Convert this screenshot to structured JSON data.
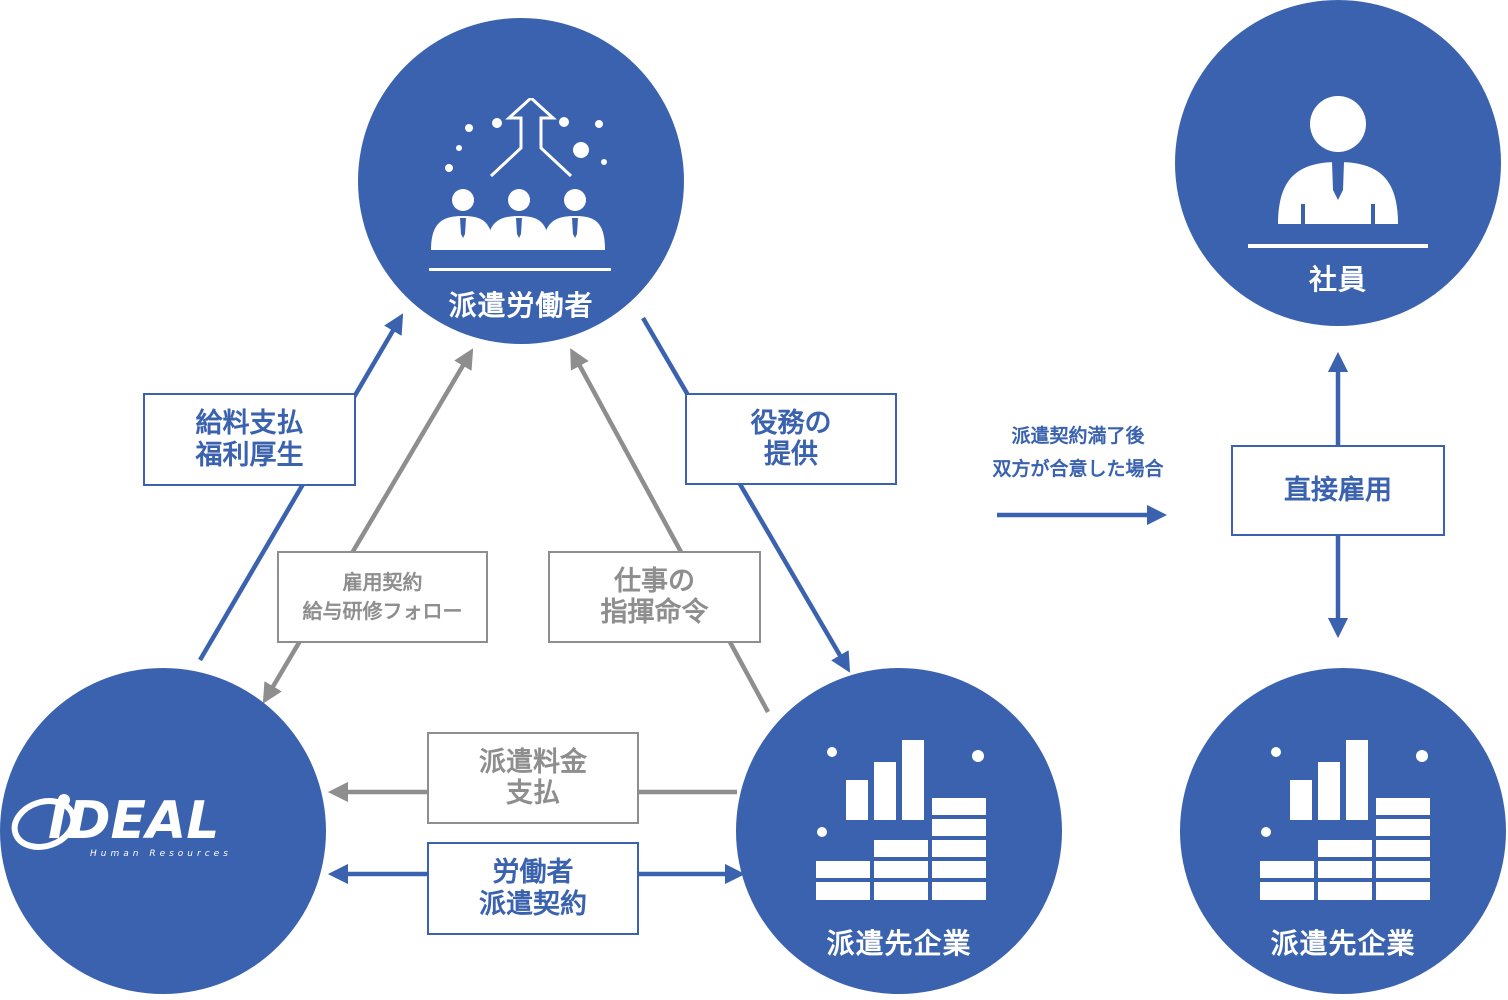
{
  "nodes": {
    "worker": "派遣労働者",
    "client_left": "派遣先企業",
    "client_right": "派遣先企業",
    "employee": "社員"
  },
  "logo": {
    "text": "IDEAL",
    "subtext": "Human Resources"
  },
  "labels": {
    "salary": [
      "給料支払",
      "福利厚生"
    ],
    "employment": [
      "雇用契約",
      "給与研修フォロー"
    ],
    "instruction": [
      "仕事の",
      "指揮命令"
    ],
    "service": [
      "役務の",
      "提供"
    ],
    "fee": [
      "派遣料金",
      "支払"
    ],
    "contract": [
      "労働者",
      "派遣契約"
    ],
    "direct": "直接雇用",
    "after": [
      "派遣契約満了後",
      "双方が合意した場合"
    ]
  },
  "colors": {
    "blue": "#3a62ae",
    "gray": "#8e8e8e"
  },
  "icons": [
    "promotion-workers-icon",
    "businessman-icon",
    "bar-blocks-icon",
    "ideal-logo"
  ]
}
